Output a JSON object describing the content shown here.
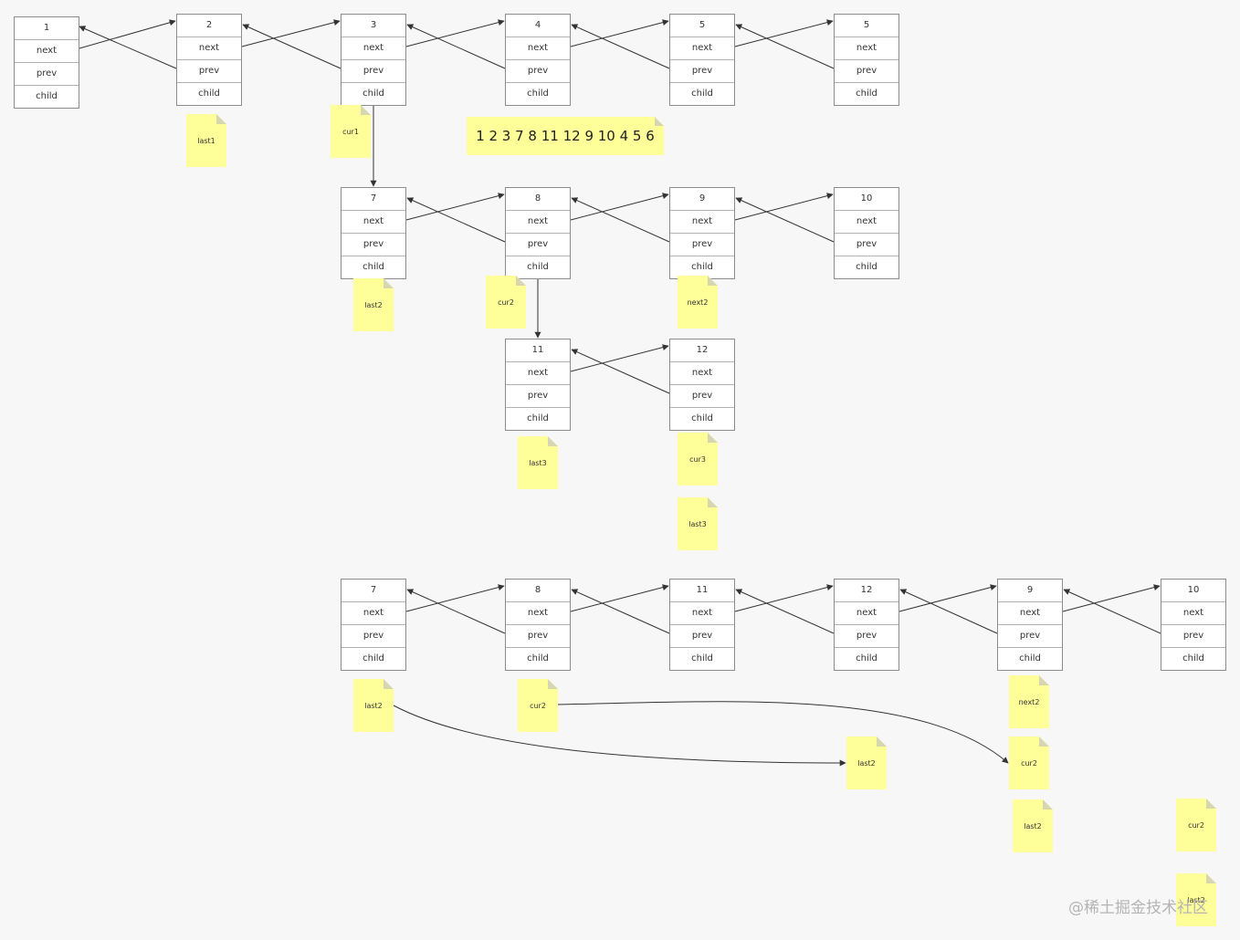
{
  "colors": {
    "background": "#f7f7f7",
    "node_border": "#8c8c8c",
    "note_fill": "#ffff99",
    "edge": "#333333",
    "watermark": "#b4b4b4"
  },
  "field_labels": [
    "next",
    "prev",
    "child"
  ],
  "nodes": [
    {
      "id": "n1",
      "label": "1"
    },
    {
      "id": "n2",
      "label": "2"
    },
    {
      "id": "n3",
      "label": "3"
    },
    {
      "id": "n4",
      "label": "4"
    },
    {
      "id": "n5a",
      "label": "5"
    },
    {
      "id": "n5b",
      "label": "5"
    },
    {
      "id": "n7",
      "label": "7"
    },
    {
      "id": "n8",
      "label": "8"
    },
    {
      "id": "n9",
      "label": "9"
    },
    {
      "id": "n10",
      "label": "10"
    },
    {
      "id": "n11",
      "label": "11"
    },
    {
      "id": "n12",
      "label": "12"
    },
    {
      "id": "m7",
      "label": "7"
    },
    {
      "id": "m8",
      "label": "8"
    },
    {
      "id": "m11",
      "label": "11"
    },
    {
      "id": "m12",
      "label": "12"
    },
    {
      "id": "m9",
      "label": "9"
    },
    {
      "id": "m10",
      "label": "10"
    }
  ],
  "notes": [
    {
      "id": "note-last1",
      "label": "last1"
    },
    {
      "id": "note-cur1",
      "label": "cur1"
    },
    {
      "id": "note-last2-a",
      "label": "last2"
    },
    {
      "id": "note-cur2-a",
      "label": "cur2"
    },
    {
      "id": "note-next2-a",
      "label": "next2"
    },
    {
      "id": "note-last3-a",
      "label": "last3"
    },
    {
      "id": "note-cur3",
      "label": "cur3"
    },
    {
      "id": "note-last3-b",
      "label": "last3"
    },
    {
      "id": "note-last2-b",
      "label": "last2"
    },
    {
      "id": "note-cur2-b",
      "label": "cur2"
    },
    {
      "id": "note-last2-c",
      "label": "last2"
    },
    {
      "id": "note-next2-b",
      "label": "next2"
    },
    {
      "id": "note-cur2-c",
      "label": "cur2"
    },
    {
      "id": "note-last2-d",
      "label": "last2"
    },
    {
      "id": "note-cur2-d",
      "label": "cur2"
    },
    {
      "id": "note-last2-e",
      "label": "last2"
    }
  ],
  "sequence_note": {
    "text": "1 2 3 7 8 11 12 9 10 4 5 6"
  },
  "watermark": {
    "text": "@稀土掘金技术社区"
  }
}
